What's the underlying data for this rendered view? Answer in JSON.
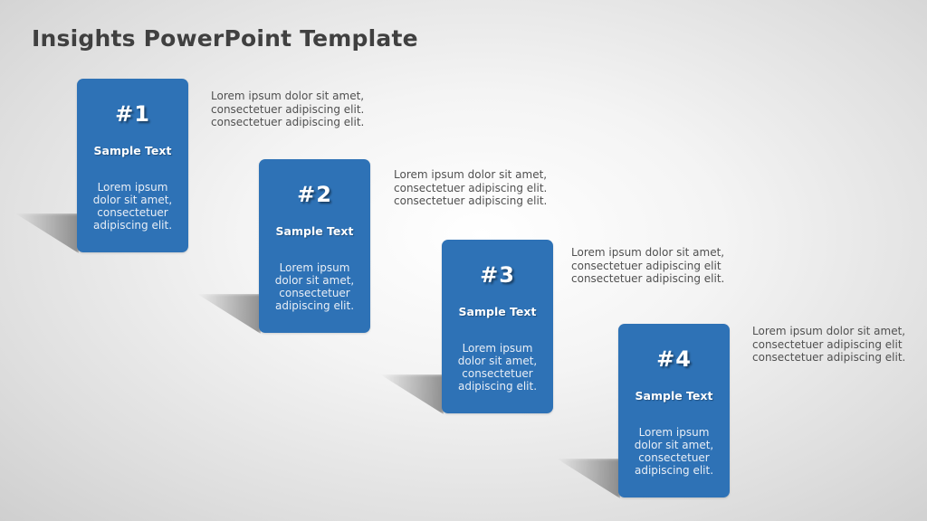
{
  "slide": {
    "title": "Insights PowerPoint Template",
    "accent_color": "#2e72b6",
    "steps": [
      {
        "number": "#1",
        "heading": "Sample Text",
        "body": [
          "Lorem ipsum",
          "dolor sit amet,",
          "consectetuer",
          "adipiscing  elit."
        ],
        "description": [
          "Lorem ipsum  dolor sit amet,",
          "consectetuer adipiscing  elit.",
          "consectetuer adipiscing  elit."
        ]
      },
      {
        "number": "#2",
        "heading": "Sample Text",
        "body": [
          "Lorem ipsum",
          "dolor sit amet,",
          "consectetuer",
          "adipiscing  elit."
        ],
        "description": [
          "Lorem ipsum  dolor sit amet,",
          "consectetuer adipiscing  elit.",
          "consectetuer adipiscing  elit."
        ]
      },
      {
        "number": "#3",
        "heading": "Sample Text",
        "body": [
          "Lorem ipsum",
          "dolor sit amet,",
          "consectetuer",
          "adipiscing  elit."
        ],
        "description": [
          "Lorem ipsum  dolor sit amet,",
          "consectetuer adipiscing  elit",
          "consectetuer adipiscing  elit."
        ]
      },
      {
        "number": "#4",
        "heading": "Sample Text",
        "body": [
          "Lorem ipsum",
          "dolor sit amet,",
          "consectetuer",
          "adipiscing  elit."
        ],
        "description": [
          "Lorem ipsum  dolor sit amet,",
          "consectetuer adipiscing  elit",
          "consectetuer adipiscing  elit."
        ]
      }
    ]
  }
}
